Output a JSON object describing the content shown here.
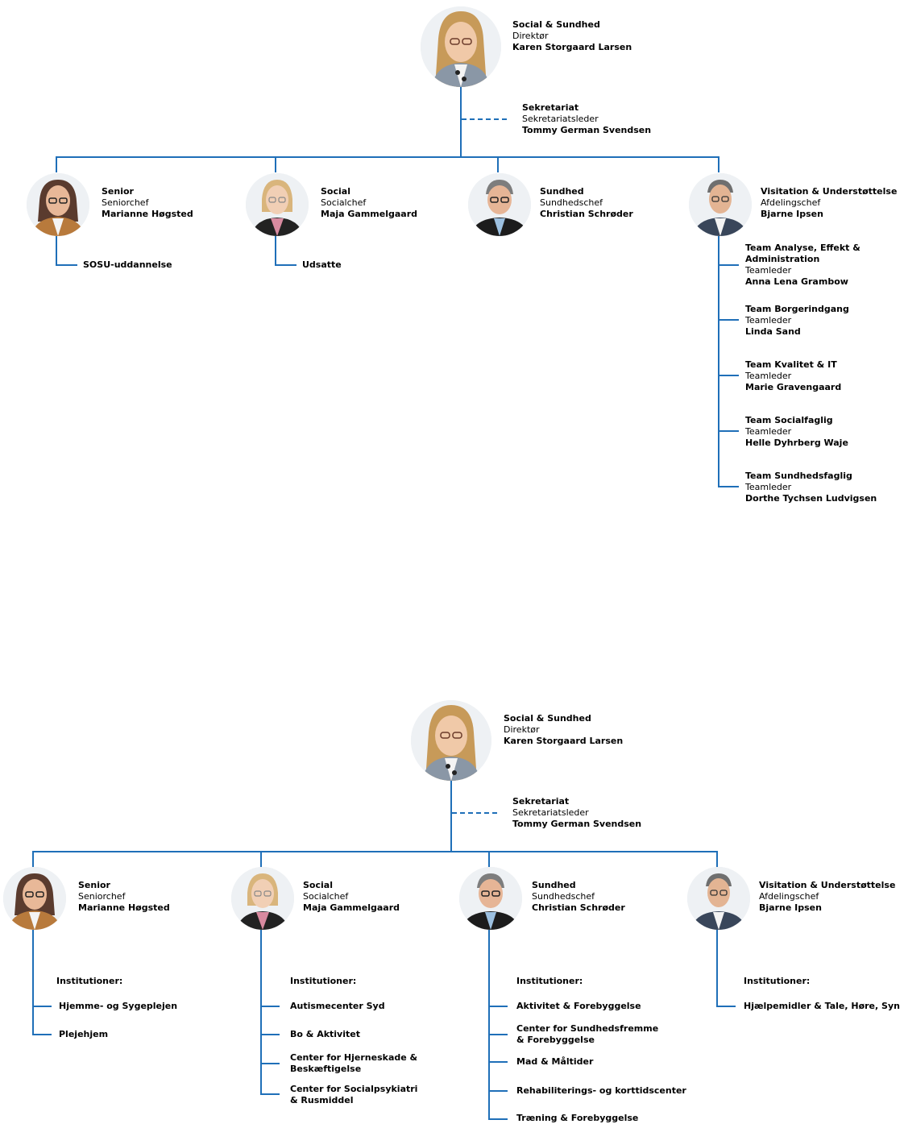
{
  "chart1": {
    "director": {
      "title": "Social & Sundhed",
      "role": "Direktør",
      "name": "Karen Storgaard Larsen"
    },
    "secretariat": {
      "title": "Sekretariat",
      "role": "Sekretariatsleder",
      "name": "Tommy German Svendsen"
    },
    "managers": [
      {
        "title": "Senior",
        "role": "Seniorchef",
        "name": "Marianne Høgsted"
      },
      {
        "title": "Social",
        "role": "Socialchef",
        "name": "Maja Gammelgaard"
      },
      {
        "title": "Sundhed",
        "role": "Sundhedschef",
        "name": "Christian Schrøder"
      },
      {
        "title": "Visitation & Understøttelse",
        "role": "Afdelingschef",
        "name": "Bjarne Ipsen"
      }
    ],
    "senior_units": [
      "SOSU-uddannelse"
    ],
    "social_units": [
      "Udsatte"
    ],
    "teams": [
      {
        "title1": "Team Analyse, Effekt &",
        "title2": "Administration",
        "role": "Teamleder",
        "name": "Anna Lena Grambow"
      },
      {
        "title1": "Team Borgerindgang",
        "title2": "",
        "role": "Teamleder",
        "name": "Linda Sand"
      },
      {
        "title1": "Team Kvalitet & IT",
        "title2": "",
        "role": "Teamleder",
        "name": "Marie Gravengaard"
      },
      {
        "title1": "Team Socialfaglig",
        "title2": "",
        "role": "Teamleder",
        "name": "Helle Dyhrberg Waje"
      },
      {
        "title1": "Team Sundhedsfaglig",
        "title2": "",
        "role": "Teamleder",
        "name": "Dorthe Tychsen Ludvigsen"
      }
    ]
  },
  "chart2": {
    "director": {
      "title": "Social & Sundhed",
      "role": "Direktør",
      "name": "Karen Storgaard Larsen"
    },
    "secretariat": {
      "title": "Sekretariat",
      "role": "Sekretariatsleder",
      "name": "Tommy German Svendsen"
    },
    "managers": [
      {
        "title": "Senior",
        "role": "Seniorchef",
        "name": "Marianne Høgsted"
      },
      {
        "title": "Social",
        "role": "Socialchef",
        "name": "Maja Gammelgaard"
      },
      {
        "title": "Sundhed",
        "role": "Sundhedschef",
        "name": "Christian Schrøder"
      },
      {
        "title": "Visitation & Understøttelse",
        "role": "Afdelingschef",
        "name": "Bjarne Ipsen"
      }
    ],
    "inst_label": "Institutioner:",
    "senior_inst": [
      "Hjemme- og Sygeplejen",
      "Plejehjem"
    ],
    "social_inst": [
      "Autismecenter Syd",
      "Bo & Aktivitet",
      [
        "Center for Hjerneskade &",
        "Beskæftigelse"
      ],
      [
        "Center for Socialpsykiatri",
        "& Rusmiddel"
      ]
    ],
    "sundhed_inst": [
      "Aktivitet & Forebyggelse",
      [
        "Center for Sundhedsfremme",
        "& Forebyggelse"
      ],
      "Mad & Måltider",
      "Rehabiliterings- og korttidscenter",
      "Træning & Forebyggelse"
    ],
    "visitation_inst": [
      "Hjælpemidler & Tale, Høre, Syn"
    ]
  },
  "colors": {
    "line": "#1f6fb8"
  }
}
